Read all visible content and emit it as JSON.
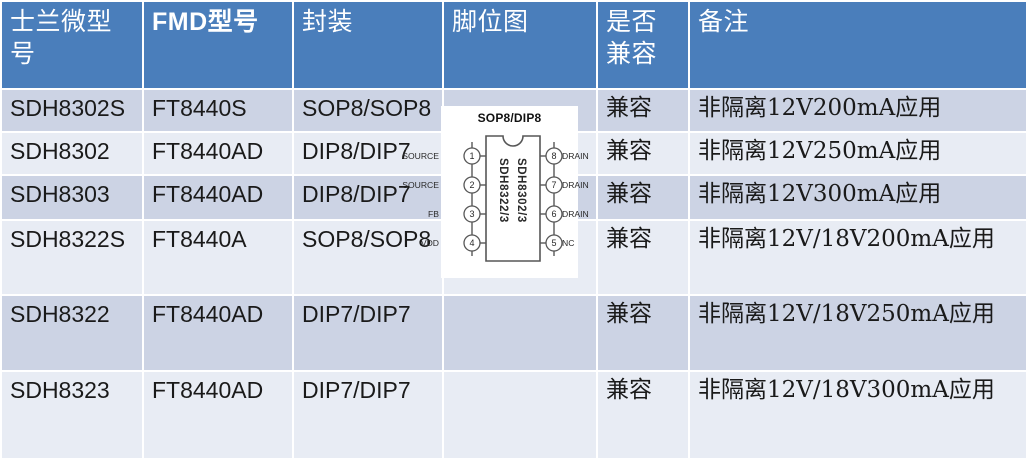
{
  "table": {
    "headers": [
      {
        "label": "士兰微型号",
        "latin": false
      },
      {
        "label": "FMD型号",
        "latin": true
      },
      {
        "label": "封装",
        "latin": false
      },
      {
        "label": "脚位图",
        "latin": false
      },
      {
        "label": "是否兼容",
        "latin": false
      },
      {
        "label": "备注",
        "latin": false
      }
    ],
    "rows": [
      {
        "sl_part": "SDH8302S",
        "fmd_part": "FT8440S",
        "package": "SOP8/SOP8",
        "compatible": "兼容",
        "remark": "非隔离12V200mA应用"
      },
      {
        "sl_part": "SDH8302",
        "fmd_part": "FT8440AD",
        "package": "DIP8/DIP7",
        "compatible": "兼容",
        "remark": "非隔离12V250mA应用"
      },
      {
        "sl_part": "SDH8303",
        "fmd_part": "FT8440AD",
        "package": "DIP8/DIP7",
        "compatible": "兼容",
        "remark": "非隔离12V300mA应用"
      },
      {
        "sl_part": "SDH8322S",
        "fmd_part": "FT8440A",
        "package": "SOP8/SOP8",
        "compatible": "兼容",
        "remark": "非隔离12V/18V200mA应用"
      },
      {
        "sl_part": "SDH8322",
        "fmd_part": "FT8440AD",
        "package": "DIP7/DIP7",
        "compatible": "兼容",
        "remark": "非隔离12V/18V250mA应用"
      },
      {
        "sl_part": "SDH8323",
        "fmd_part": "FT8440AD",
        "package": "DIP7/DIP7",
        "compatible": "兼容",
        "remark": "非隔离12V/18V300mA应用"
      }
    ]
  },
  "pinout": {
    "title": "SOP8/DIP8",
    "chip_label_left": "SDH8322/3",
    "chip_label_right": "SDH8302/3",
    "pins_left": [
      {
        "num": "1",
        "name": "SOURCE"
      },
      {
        "num": "2",
        "name": "SOURCE"
      },
      {
        "num": "3",
        "name": "FB"
      },
      {
        "num": "4",
        "name": "VDD"
      }
    ],
    "pins_right": [
      {
        "num": "8",
        "name": "DRAIN"
      },
      {
        "num": "7",
        "name": "DRAIN"
      },
      {
        "num": "6",
        "name": "DRAIN"
      },
      {
        "num": "5",
        "name": "NC"
      }
    ]
  },
  "colors": {
    "header_blue": "#4a7ebb",
    "band_dark": "#ccd3e4",
    "band_light": "#e8ecf4",
    "page_background": "#ffffff",
    "header_text": "#ffffff",
    "body_text": "#1a1a1a"
  }
}
